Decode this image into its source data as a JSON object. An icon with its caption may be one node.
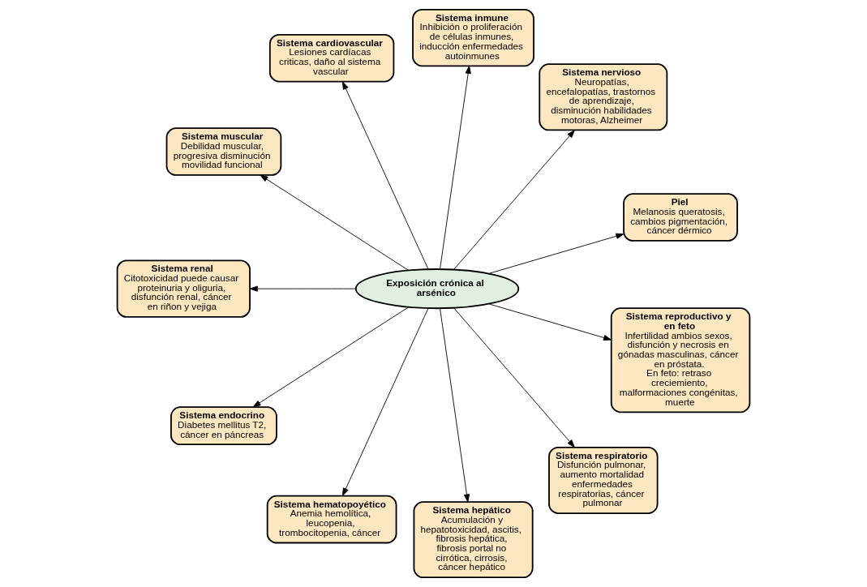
{
  "diagram": {
    "nodes": [
      {
        "text": [
          "Exposición crónica al arsénico"
        ]
      },
      {
        "text": [
          "Piel",
          "Melanosis queratosis, cambios pigmentación, cáncer dérmico"
        ]
      },
      {
        "text": [
          "Sistema nervioso",
          "Neuropatías, encefalopatías, trastornos de aprendizaje, disminución habilidades motoras, Alzheimer"
        ]
      },
      {
        "text": [
          "Sistema inmune",
          "Inhibición o proliferación de células inmunes, inducción enfermedades autoinmunes"
        ]
      },
      {
        "text": [
          "Sistema cardiovascular",
          "Lesiones cardíacas criticas, daño al sistema vascular"
        ]
      },
      {
        "text": [
          "Sistema muscular",
          "Debilidad muscular, progresiva disminución movilidad funcional"
        ]
      },
      {
        "text": [
          "Sistema renal",
          "Citotoxicidad puede causar proteinuria y oliguria, disfunción renal, cáncer en riñon y vejiga"
        ]
      },
      {
        "text": [
          "Sistema endocrino",
          "Diabetes mellitus T2, cáncer en páncreas"
        ]
      },
      {
        "text": [
          "Sistema hematopoyético",
          "Anemia hemolítica, leucopenia, trombocitopenia, cáncer"
        ]
      },
      {
        "text": [
          "Sistema hepático",
          "Acumulación y hepatotoxicidad, ascitis, fibrosis hepática, fibrosis portal no cirrótica, cirrosis, cáncer hepático"
        ]
      },
      {
        "text": [
          "Sistema respiratorio",
          "Disfunción pulmonar, aumento mortalidad enfermedades respiratorias, cáncer pulmonar"
        ]
      },
      {
        "text": [
          "Sistema reproductivo y en feto",
          "Infertilidad ambios sexos, disfunción y necrosis en gónadas masculinas, cáncer en próstata.",
          "En feto: retraso creciemiento, malformaciones congénitas, muerte"
        ]
      }
    ],
    "edges": [
      {
        "from": 0,
        "to": 1,
        "arrow": "to"
      },
      {
        "from": 0,
        "to": 2,
        "arrow": "to"
      },
      {
        "from": 0,
        "to": 3,
        "arrow": "to"
      },
      {
        "from": 0,
        "to": 4,
        "arrow": "to"
      },
      {
        "from": 0,
        "to": 6,
        "arrow": "to"
      },
      {
        "from": 0,
        "to": 8,
        "arrow": "to"
      },
      {
        "from": 0,
        "to": 11,
        "arrow": "to"
      },
      {
        "from": 0,
        "to": 10,
        "arrow": "to"
      },
      {
        "from": 0,
        "to": 9,
        "arrow": "to"
      },
      {
        "from": 0,
        "to": 7,
        "arrow": "to"
      },
      {
        "from": 0,
        "to": 5,
        "arrow": "to"
      }
    ]
  }
}
